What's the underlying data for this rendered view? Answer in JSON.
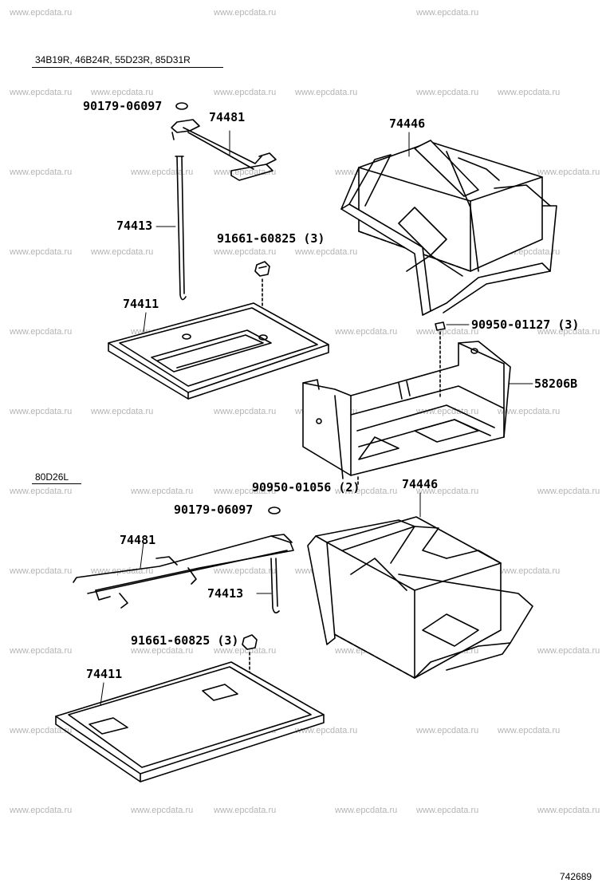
{
  "watermark": "www.epcdata.ru",
  "sections": [
    {
      "header": "34B19R, 46B24R, 55D23R, 85D31R"
    },
    {
      "header": "80D26L"
    }
  ],
  "parts_top": {
    "clamp_nut": "90179-06097",
    "clamp": "74481",
    "rod": "74413",
    "tray_nut": "91661-60825 (3)",
    "tray": "74411",
    "cover": "74446",
    "bracket_bolt_upper": "90950-01127 (3)",
    "carrier": "58206B"
  },
  "parts_bottom": {
    "bracket_bolt_lower": "90950-01056 (2)",
    "cover": "74446",
    "clamp_nut": "90179-06097",
    "clamp": "74481",
    "rod": "74413",
    "tray_nut": "91661-60825 (3)",
    "tray": "74411"
  },
  "diagram_id": "742689"
}
